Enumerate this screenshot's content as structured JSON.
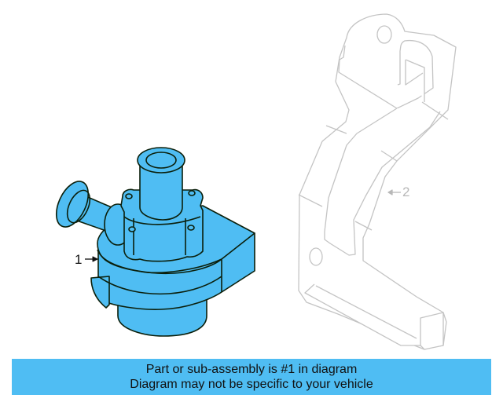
{
  "diagram": {
    "parts": [
      {
        "number": "1",
        "name": "water-pump",
        "highlighted": true,
        "color": "#4fbdf3",
        "outline": "#0a1a0a"
      },
      {
        "number": "2",
        "name": "bracket",
        "highlighted": false,
        "color": "#ffffff",
        "outline": "#c8c8c8"
      }
    ],
    "callout_1": "1",
    "callout_2": "2"
  },
  "banner": {
    "line1": "Part or sub-assembly is #1 in diagram",
    "line2": "Diagram may not be specific to your vehicle",
    "background": "#4fbdf3"
  }
}
